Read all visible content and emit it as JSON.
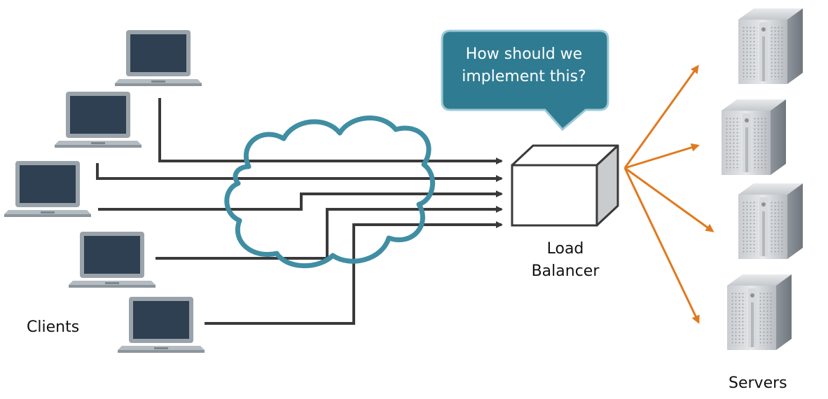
{
  "labels": {
    "clients": "Clients",
    "load_balancer_line1": "Load",
    "load_balancer_line2": "Balancer",
    "servers": "Servers"
  },
  "callout": {
    "line1": "How should we",
    "line2": "implement this?"
  },
  "colors": {
    "cloud_stroke": "#3f8ea3",
    "callout_fill": "#2f7c92",
    "server_arrows": "#e07a1f",
    "client_lines": "#3a3a3a",
    "laptop_screen": "#2e4052",
    "laptop_body": "#9aa3a9"
  },
  "icons": {
    "client": "laptop-icon",
    "server": "server-tower-icon",
    "network": "cloud-icon",
    "balancer": "box-icon"
  },
  "counts": {
    "clients": 5,
    "servers": 4
  }
}
